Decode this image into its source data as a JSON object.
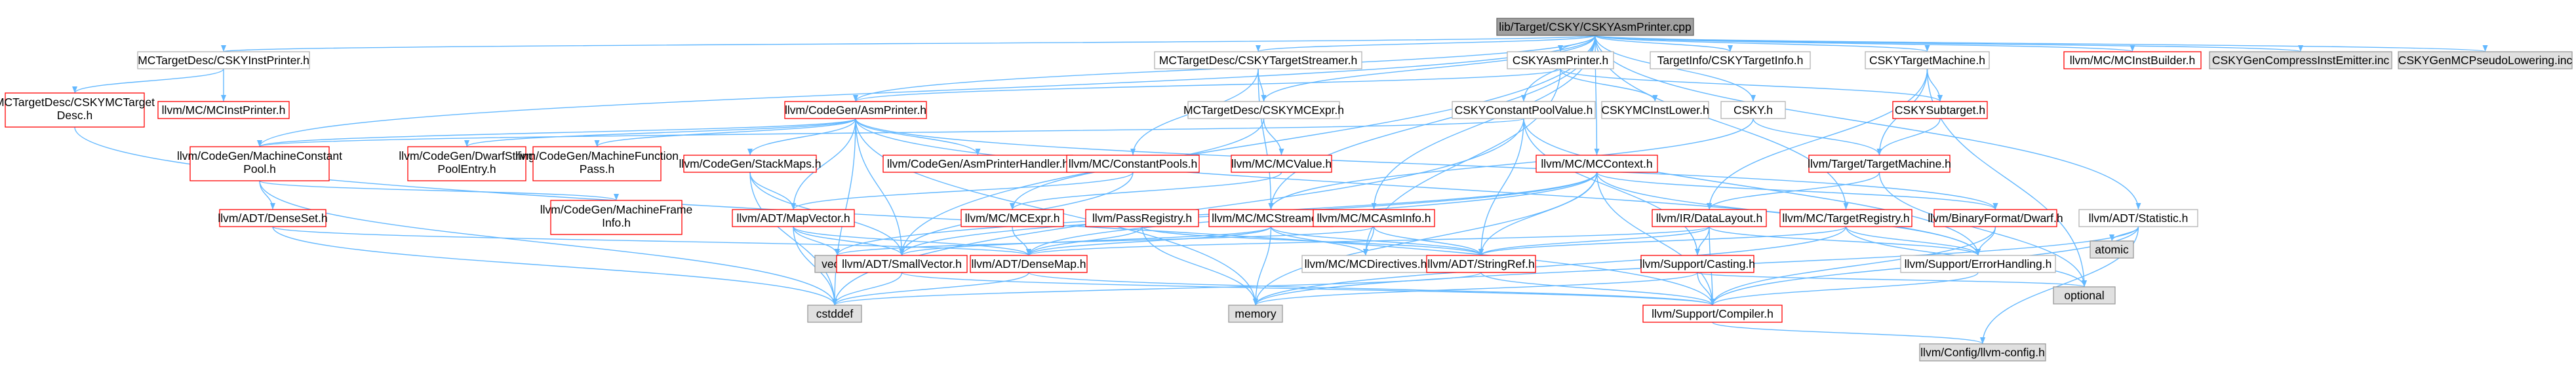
{
  "graph": {
    "title": "lib/Target/CSKY/CSKYAsmPrinter.cpp",
    "colors": {
      "root_fill": "#a0a0a0",
      "root_stroke": "#666666",
      "internal_fill": "#ffffff",
      "internal_stroke": "#b2b2b2",
      "problem_stroke": "#ff0000",
      "external_fill": "#e0e0e0",
      "external_stroke": "#999999",
      "edge_color": "#63b8ff"
    },
    "nodes": [
      {
        "id": "root",
        "label": "lib/Target/CSKY/CSKYAsmPrinter.cpp",
        "kind": "root"
      },
      {
        "id": "instprinter",
        "label": "MCTargetDesc/CSKYInstPrinter.h",
        "kind": "internal"
      },
      {
        "id": "csmcdesc",
        "label": "MCTargetDesc/CSKYMCTarget Desc.h",
        "kind": "problem"
      },
      {
        "id": "mcinstprinter",
        "label": "llvm/MC/MCInstPrinter.h",
        "kind": "problem"
      },
      {
        "id": "tstreamer",
        "label": "MCTargetDesc/CSKYTargetStreamer.h",
        "kind": "internal"
      },
      {
        "id": "asmprinter_h",
        "label": "CSKYAsmPrinter.h",
        "kind": "internal"
      },
      {
        "id": "targetinfo",
        "label": "TargetInfo/CSKYTargetInfo.h",
        "kind": "internal"
      },
      {
        "id": "targetmachine",
        "label": "CSKYTargetMachine.h",
        "kind": "internal"
      },
      {
        "id": "mcinstbuilder",
        "label": "llvm/MC/MCInstBuilder.h",
        "kind": "problem"
      },
      {
        "id": "compressinst",
        "label": "CSKYGenCompressInstEmitter.inc",
        "kind": "external"
      },
      {
        "id": "pseudolower",
        "label": "CSKYGenMCPseudoLowering.inc",
        "kind": "external"
      },
      {
        "id": "cg_asmprinter",
        "label": "llvm/CodeGen/AsmPrinter.h",
        "kind": "problem"
      },
      {
        "id": "mcexpr_csky",
        "label": "MCTargetDesc/CSKYMCExpr.h",
        "kind": "internal"
      },
      {
        "id": "cpv",
        "label": "CSKYConstantPoolValue.h",
        "kind": "internal"
      },
      {
        "id": "instlower",
        "label": "CSKYMCInstLower.h",
        "kind": "internal"
      },
      {
        "id": "csky_h",
        "label": "CSKY.h",
        "kind": "internal"
      },
      {
        "id": "subtarget",
        "label": "CSKYSubtarget.h",
        "kind": "problem"
      },
      {
        "id": "mcp",
        "label": "llvm/CodeGen/MachineConstant Pool.h",
        "kind": "problem"
      },
      {
        "id": "dwarfstring",
        "label": "llvm/CodeGen/DwarfString PoolEntry.h",
        "kind": "problem"
      },
      {
        "id": "mfpass",
        "label": "llvm/CodeGen/MachineFunction Pass.h",
        "kind": "problem"
      },
      {
        "id": "stackmaps",
        "label": "llvm/CodeGen/StackMaps.h",
        "kind": "problem"
      },
      {
        "id": "asmhandler",
        "label": "llvm/CodeGen/AsmPrinterHandler.h",
        "kind": "problem"
      },
      {
        "id": "constpools",
        "label": "llvm/MC/ConstantPools.h",
        "kind": "problem"
      },
      {
        "id": "mcvalue",
        "label": "llvm/MC/MCValue.h",
        "kind": "problem"
      },
      {
        "id": "mccontext",
        "label": "llvm/MC/MCContext.h",
        "kind": "problem"
      },
      {
        "id": "ttm",
        "label": "llvm/Target/TargetMachine.h",
        "kind": "problem"
      },
      {
        "id": "densest",
        "label": "llvm/ADT/DenseSet.h",
        "kind": "problem"
      },
      {
        "id": "mframe",
        "label": "llvm/CodeGen/MachineFrame Info.h",
        "kind": "problem"
      },
      {
        "id": "mapvector",
        "label": "llvm/ADT/MapVector.h",
        "kind": "problem"
      },
      {
        "id": "mcexpr",
        "label": "llvm/MC/MCExpr.h",
        "kind": "problem"
      },
      {
        "id": "passreg",
        "label": "llvm/PassRegistry.h",
        "kind": "problem"
      },
      {
        "id": "mcstreamer",
        "label": "llvm/MC/MCStreamer.h",
        "kind": "problem"
      },
      {
        "id": "mcasminfo",
        "label": "llvm/MC/MCAsmInfo.h",
        "kind": "problem"
      },
      {
        "id": "datalayout",
        "label": "llvm/IR/DataLayout.h",
        "kind": "problem"
      },
      {
        "id": "tregistry",
        "label": "llvm/MC/TargetRegistry.h",
        "kind": "problem"
      },
      {
        "id": "bfdwarf",
        "label": "llvm/BinaryFormat/Dwarf.h",
        "kind": "problem"
      },
      {
        "id": "statistic",
        "label": "llvm/ADT/Statistic.h",
        "kind": "internal"
      },
      {
        "id": "atomic",
        "label": "atomic",
        "kind": "external"
      },
      {
        "id": "vector",
        "label": "vector",
        "kind": "external"
      },
      {
        "id": "smallvector",
        "label": "llvm/ADT/SmallVector.h",
        "kind": "problem"
      },
      {
        "id": "densemap",
        "label": "llvm/ADT/DenseMap.h",
        "kind": "problem"
      },
      {
        "id": "mcdirectives",
        "label": "llvm/MC/MCDirectives.h",
        "kind": "internal"
      },
      {
        "id": "stringref",
        "label": "llvm/ADT/StringRef.h",
        "kind": "problem"
      },
      {
        "id": "casting",
        "label": "llvm/Support/Casting.h",
        "kind": "problem"
      },
      {
        "id": "errorhandling",
        "label": "llvm/Support/ErrorHandling.h",
        "kind": "internal"
      },
      {
        "id": "optional",
        "label": "optional",
        "kind": "external"
      },
      {
        "id": "cstddef",
        "label": "cstddef",
        "kind": "external"
      },
      {
        "id": "memory",
        "label": "memory",
        "kind": "external"
      },
      {
        "id": "compiler",
        "label": "llvm/Support/Compiler.h",
        "kind": "problem"
      },
      {
        "id": "llvmconfig",
        "label": "llvm/Config/llvm-config.h",
        "kind": "external"
      }
    ],
    "edges": [
      [
        "root",
        "instprinter"
      ],
      [
        "root",
        "tstreamer"
      ],
      [
        "root",
        "asmprinter_h"
      ],
      [
        "root",
        "targetinfo"
      ],
      [
        "root",
        "targetmachine"
      ],
      [
        "root",
        "mcinstbuilder"
      ],
      [
        "root",
        "compressinst"
      ],
      [
        "root",
        "pseudolower"
      ],
      [
        "root",
        "cg_asmprinter"
      ],
      [
        "root",
        "mcexpr_csky"
      ],
      [
        "root",
        "cpv"
      ],
      [
        "root",
        "csky_h"
      ],
      [
        "root",
        "mcp"
      ],
      [
        "root",
        "mccontext"
      ],
      [
        "root",
        "mcstreamer"
      ],
      [
        "root",
        "mcasminfo"
      ],
      [
        "root",
        "statistic"
      ],
      [
        "root",
        "tregistry"
      ],
      [
        "root",
        "smallvector"
      ],
      [
        "instprinter",
        "csmcdesc"
      ],
      [
        "instprinter",
        "mcinstprinter"
      ],
      [
        "csmcdesc",
        "compiler"
      ],
      [
        "tstreamer",
        "mcexpr_csky"
      ],
      [
        "tstreamer",
        "constpools"
      ],
      [
        "tstreamer",
        "mcstreamer"
      ],
      [
        "asmprinter_h",
        "cg_asmprinter"
      ],
      [
        "asmprinter_h",
        "instlower"
      ],
      [
        "asmprinter_h",
        "subtarget"
      ],
      [
        "asmprinter_h",
        "mcdirectives"
      ],
      [
        "targetmachine",
        "subtarget"
      ],
      [
        "targetmachine",
        "ttm"
      ],
      [
        "targetmachine",
        "datalayout"
      ],
      [
        "targetmachine",
        "optional"
      ],
      [
        "cg_asmprinter",
        "mcp"
      ],
      [
        "cg_asmprinter",
        "dwarfstring"
      ],
      [
        "cg_asmprinter",
        "mfpass"
      ],
      [
        "cg_asmprinter",
        "stackmaps"
      ],
      [
        "cg_asmprinter",
        "asmhandler"
      ],
      [
        "cg_asmprinter",
        "mapvector"
      ],
      [
        "cg_asmprinter",
        "smallvector"
      ],
      [
        "cg_asmprinter",
        "bfdwarf"
      ],
      [
        "cg_asmprinter",
        "errorhandling"
      ],
      [
        "cg_asmprinter",
        "memory"
      ],
      [
        "cg_asmprinter",
        "cstddef"
      ],
      [
        "mcexpr_csky",
        "mcvalue"
      ],
      [
        "mcexpr_csky",
        "mcexpr"
      ],
      [
        "cpv",
        "mcp"
      ],
      [
        "cpv",
        "stringref"
      ],
      [
        "cpv",
        "casting"
      ],
      [
        "cpv",
        "errorhandling"
      ],
      [
        "cpv",
        "cstddef"
      ],
      [
        "csky_h",
        "ttm"
      ],
      [
        "csky_h",
        "mcstreamer"
      ],
      [
        "subtarget",
        "ttm"
      ],
      [
        "mcp",
        "densest"
      ],
      [
        "mcp",
        "mframe"
      ],
      [
        "mcp",
        "cstddef"
      ],
      [
        "stackmaps",
        "mapvector"
      ],
      [
        "stackmaps",
        "smallvector"
      ],
      [
        "stackmaps",
        "cstddef"
      ],
      [
        "constpools",
        "mapvector"
      ],
      [
        "constpools",
        "smallvector"
      ],
      [
        "mcvalue",
        "mcexpr"
      ],
      [
        "mccontext",
        "densemap"
      ],
      [
        "mccontext",
        "stringref"
      ],
      [
        "mccontext",
        "bfdwarf"
      ],
      [
        "mccontext",
        "smallvector"
      ],
      [
        "mccontext",
        "compiler"
      ],
      [
        "mccontext",
        "memory"
      ],
      [
        "mccontext",
        "vector"
      ],
      [
        "mccontext",
        "errorhandling"
      ],
      [
        "ttm",
        "datalayout"
      ],
      [
        "ttm",
        "optional"
      ],
      [
        "densest",
        "densemap"
      ],
      [
        "densest",
        "cstddef"
      ],
      [
        "mapvector",
        "smallvector"
      ],
      [
        "mapvector",
        "densemap"
      ],
      [
        "mapvector",
        "vector"
      ],
      [
        "mapvector",
        "cstddef"
      ],
      [
        "mcexpr",
        "densemap"
      ],
      [
        "passreg",
        "densemap"
      ],
      [
        "passreg",
        "stringref"
      ],
      [
        "passreg",
        "memory"
      ],
      [
        "mcstreamer",
        "densemap"
      ],
      [
        "mcstreamer",
        "smallvector"
      ],
      [
        "mcstreamer",
        "stringref"
      ],
      [
        "mcstreamer",
        "mcdirectives"
      ],
      [
        "mcstreamer",
        "memory"
      ],
      [
        "mcasminfo",
        "mcdirectives"
      ],
      [
        "mcasminfo",
        "stringref"
      ],
      [
        "mcasminfo",
        "vector"
      ],
      [
        "datalayout",
        "densemap"
      ],
      [
        "datalayout",
        "stringref"
      ],
      [
        "datalayout",
        "casting"
      ],
      [
        "datalayout",
        "compiler"
      ],
      [
        "datalayout",
        "errorhandling"
      ],
      [
        "tregistry",
        "stringref"
      ],
      [
        "tregistry",
        "errorhandling"
      ],
      [
        "tregistry",
        "memory"
      ],
      [
        "tregistry",
        "optional"
      ],
      [
        "bfdwarf",
        "errorhandling"
      ],
      [
        "bfdwarf",
        "compiler"
      ],
      [
        "statistic",
        "atomic"
      ],
      [
        "statistic",
        "memory"
      ],
      [
        "statistic",
        "compiler"
      ],
      [
        "statistic",
        "llvmconfig"
      ],
      [
        "smallvector",
        "compiler"
      ],
      [
        "smallvector",
        "cstddef"
      ],
      [
        "densemap",
        "compiler"
      ],
      [
        "densemap",
        "cstddef"
      ],
      [
        "stringref",
        "compiler"
      ],
      [
        "stringref",
        "cstddef"
      ],
      [
        "casting",
        "compiler"
      ],
      [
        "casting",
        "memory"
      ],
      [
        "casting",
        "optional"
      ],
      [
        "errorhandling",
        "compiler"
      ],
      [
        "compiler",
        "llvmconfig"
      ]
    ]
  }
}
